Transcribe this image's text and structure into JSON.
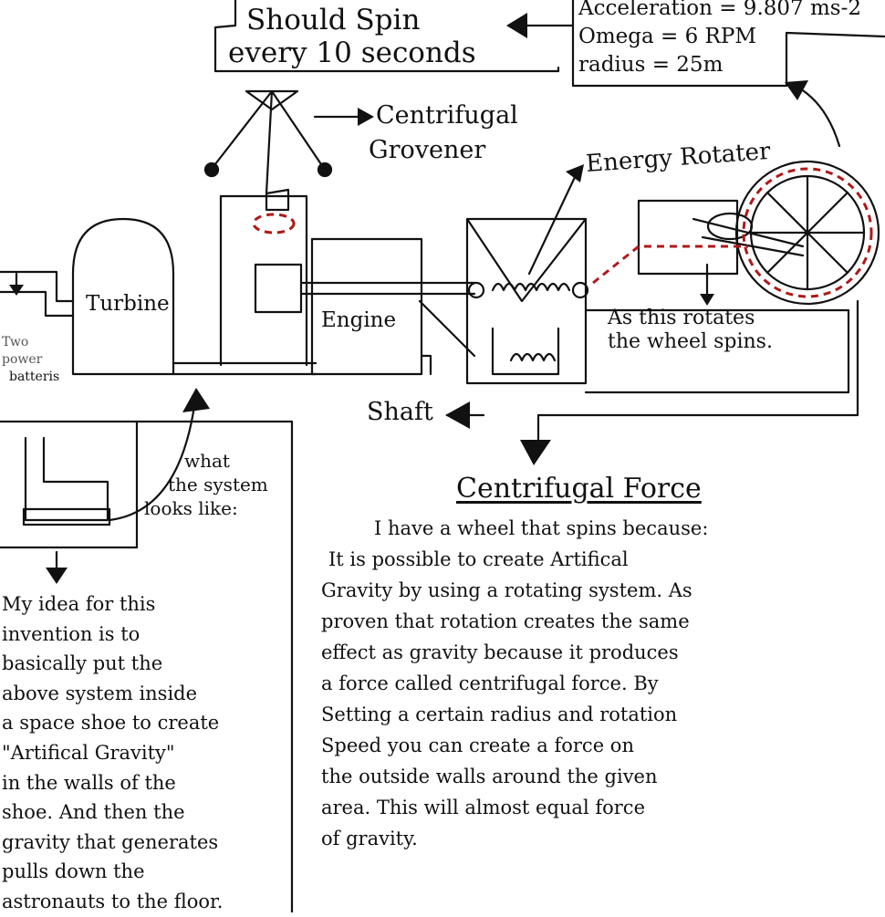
{
  "speed_note": {
    "line1": "Should Spin",
    "line2": "every 10 seconds"
  },
  "specs": {
    "line1": "Acceleration = 9.807 ms-2",
    "line2": "Omega = 6 RPM",
    "line3": "radius = 25m"
  },
  "labels": {
    "centrifugal_governor": "Centrifugal",
    "centrifugal_governor_2": "Grovener",
    "energy_rotater": "Energy Rotater",
    "turbine": "Turbine",
    "engine": "Engine",
    "shaft": "Shaft",
    "two_power_batteries": "Two",
    "two_power_batteries_2": "power",
    "two_power_batteries_3": "batteris",
    "rotates_note_1": "As this rotates",
    "rotates_note_2": "the wheel spins.",
    "system_note_1": "what",
    "system_note_2": "the system",
    "system_note_3": "looks like:"
  },
  "heading": "Centrifugal Force",
  "left_paragraph": [
    "My idea for this",
    "invention is to",
    "basically put the",
    "above system inside",
    "a space shoe to create",
    "\"Artifical Gravity\"",
    "in the walls of the",
    "shoe. And then the",
    "gravity that generates",
    "pulls down the",
    "astronauts to the floor."
  ],
  "right_paragraph": [
    "I have a wheel that spins because:",
    "It is possible to create Artifical",
    "Gravity by using a rotating system. As",
    "proven that rotation creates the same",
    "effect as gravity because it produces",
    "a force called centrifugal force. By",
    "Setting a certain radius and rotation",
    "Speed you can create a force on",
    "the outside walls around the given",
    "area. This will almost equal force",
    "of gravity."
  ],
  "colors": {
    "ink": "#111111",
    "accent": "#b01818"
  }
}
